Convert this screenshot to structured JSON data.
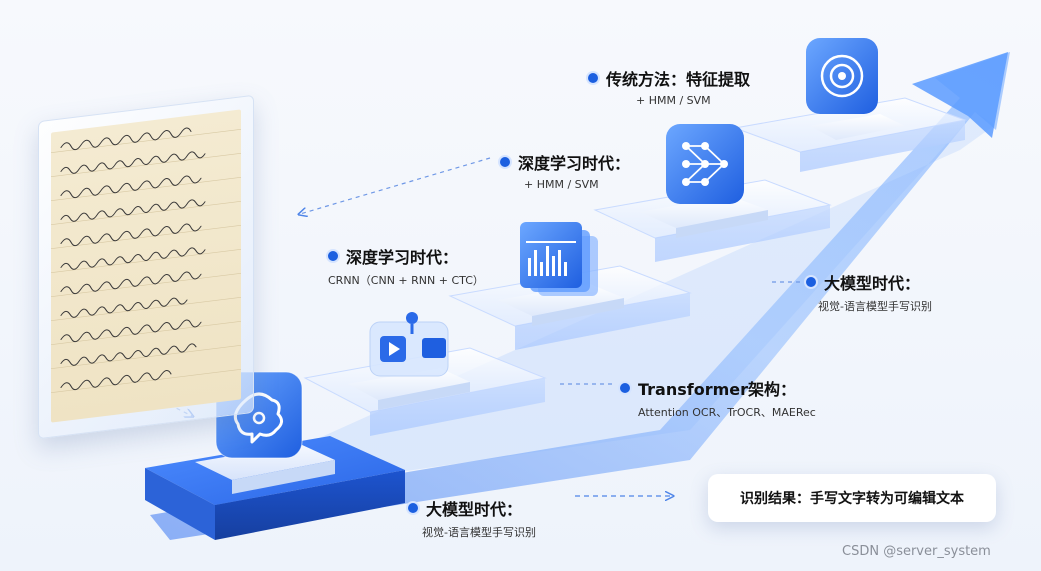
{
  "stages": [
    {
      "title": "传统方法：特征提取",
      "sub": "+ HMM / SVM",
      "icon": "target-eye-icon"
    },
    {
      "title": "深度学习时代：",
      "sub": "+ HMM / SVM",
      "icon": "neural-network-icon"
    },
    {
      "title": "深度学习时代：",
      "sub": "CRNN（CNN + RNN + CTC）",
      "icon": "bar-waveform-icon"
    },
    {
      "title": "Transformer架构：",
      "sub": "Attention OCR、TrOCR、MAERec",
      "icon": "video-camera-icon"
    },
    {
      "title": "大模型时代：",
      "sub": "视觉-语言模型手写识别",
      "icon": "brain-chat-icon"
    },
    {
      "title": "大模型时代：",
      "sub": "视觉-语言模型手写识别",
      "icon": ""
    }
  ],
  "result": {
    "label": "识别结果：手写文字转为可编辑文本"
  },
  "watermark": "CSDN @server_system",
  "colors": {
    "accent": "#1b5fe0",
    "platform": "#3a7bf5",
    "paper": "#f1e6c9"
  }
}
